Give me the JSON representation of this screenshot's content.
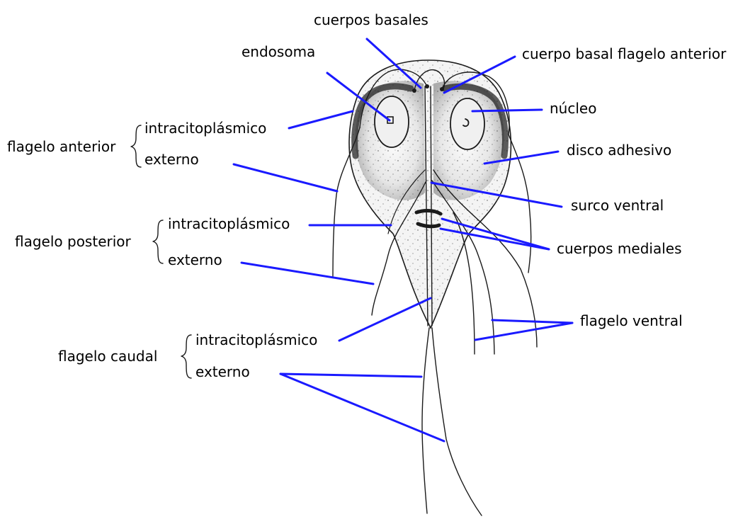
{
  "colors": {
    "leader": "#1a1aff",
    "ink": "#1a1a1a",
    "cell_fill": "#f2f2f2",
    "disc_gray": "#9a9a9a"
  },
  "labels": {
    "cuerpos_basales": "cuerpos basales",
    "endosoma": "endosoma",
    "cuerpo_basal_flagelo_anterior": "cuerpo basal flagelo anterior",
    "nucleo": "núcleo",
    "disco_adhesivo": "disco adhesivo",
    "surco_ventral": "surco ventral",
    "cuerpos_mediales": "cuerpos mediales",
    "flagelo_ventral": "flagelo ventral",
    "flagelo_anterior": "flagelo anterior",
    "flagelo_anterior_intra": "intracitoplásmico",
    "flagelo_anterior_ext": "externo",
    "flagelo_posterior": "flagelo posterior",
    "flagelo_posterior_intra": "intracitoplásmico",
    "flagelo_posterior_ext": "externo",
    "flagelo_caudal": "flagelo caudal",
    "flagelo_caudal_intra": "intracitoplásmico",
    "flagelo_caudal_ext": "externo"
  }
}
